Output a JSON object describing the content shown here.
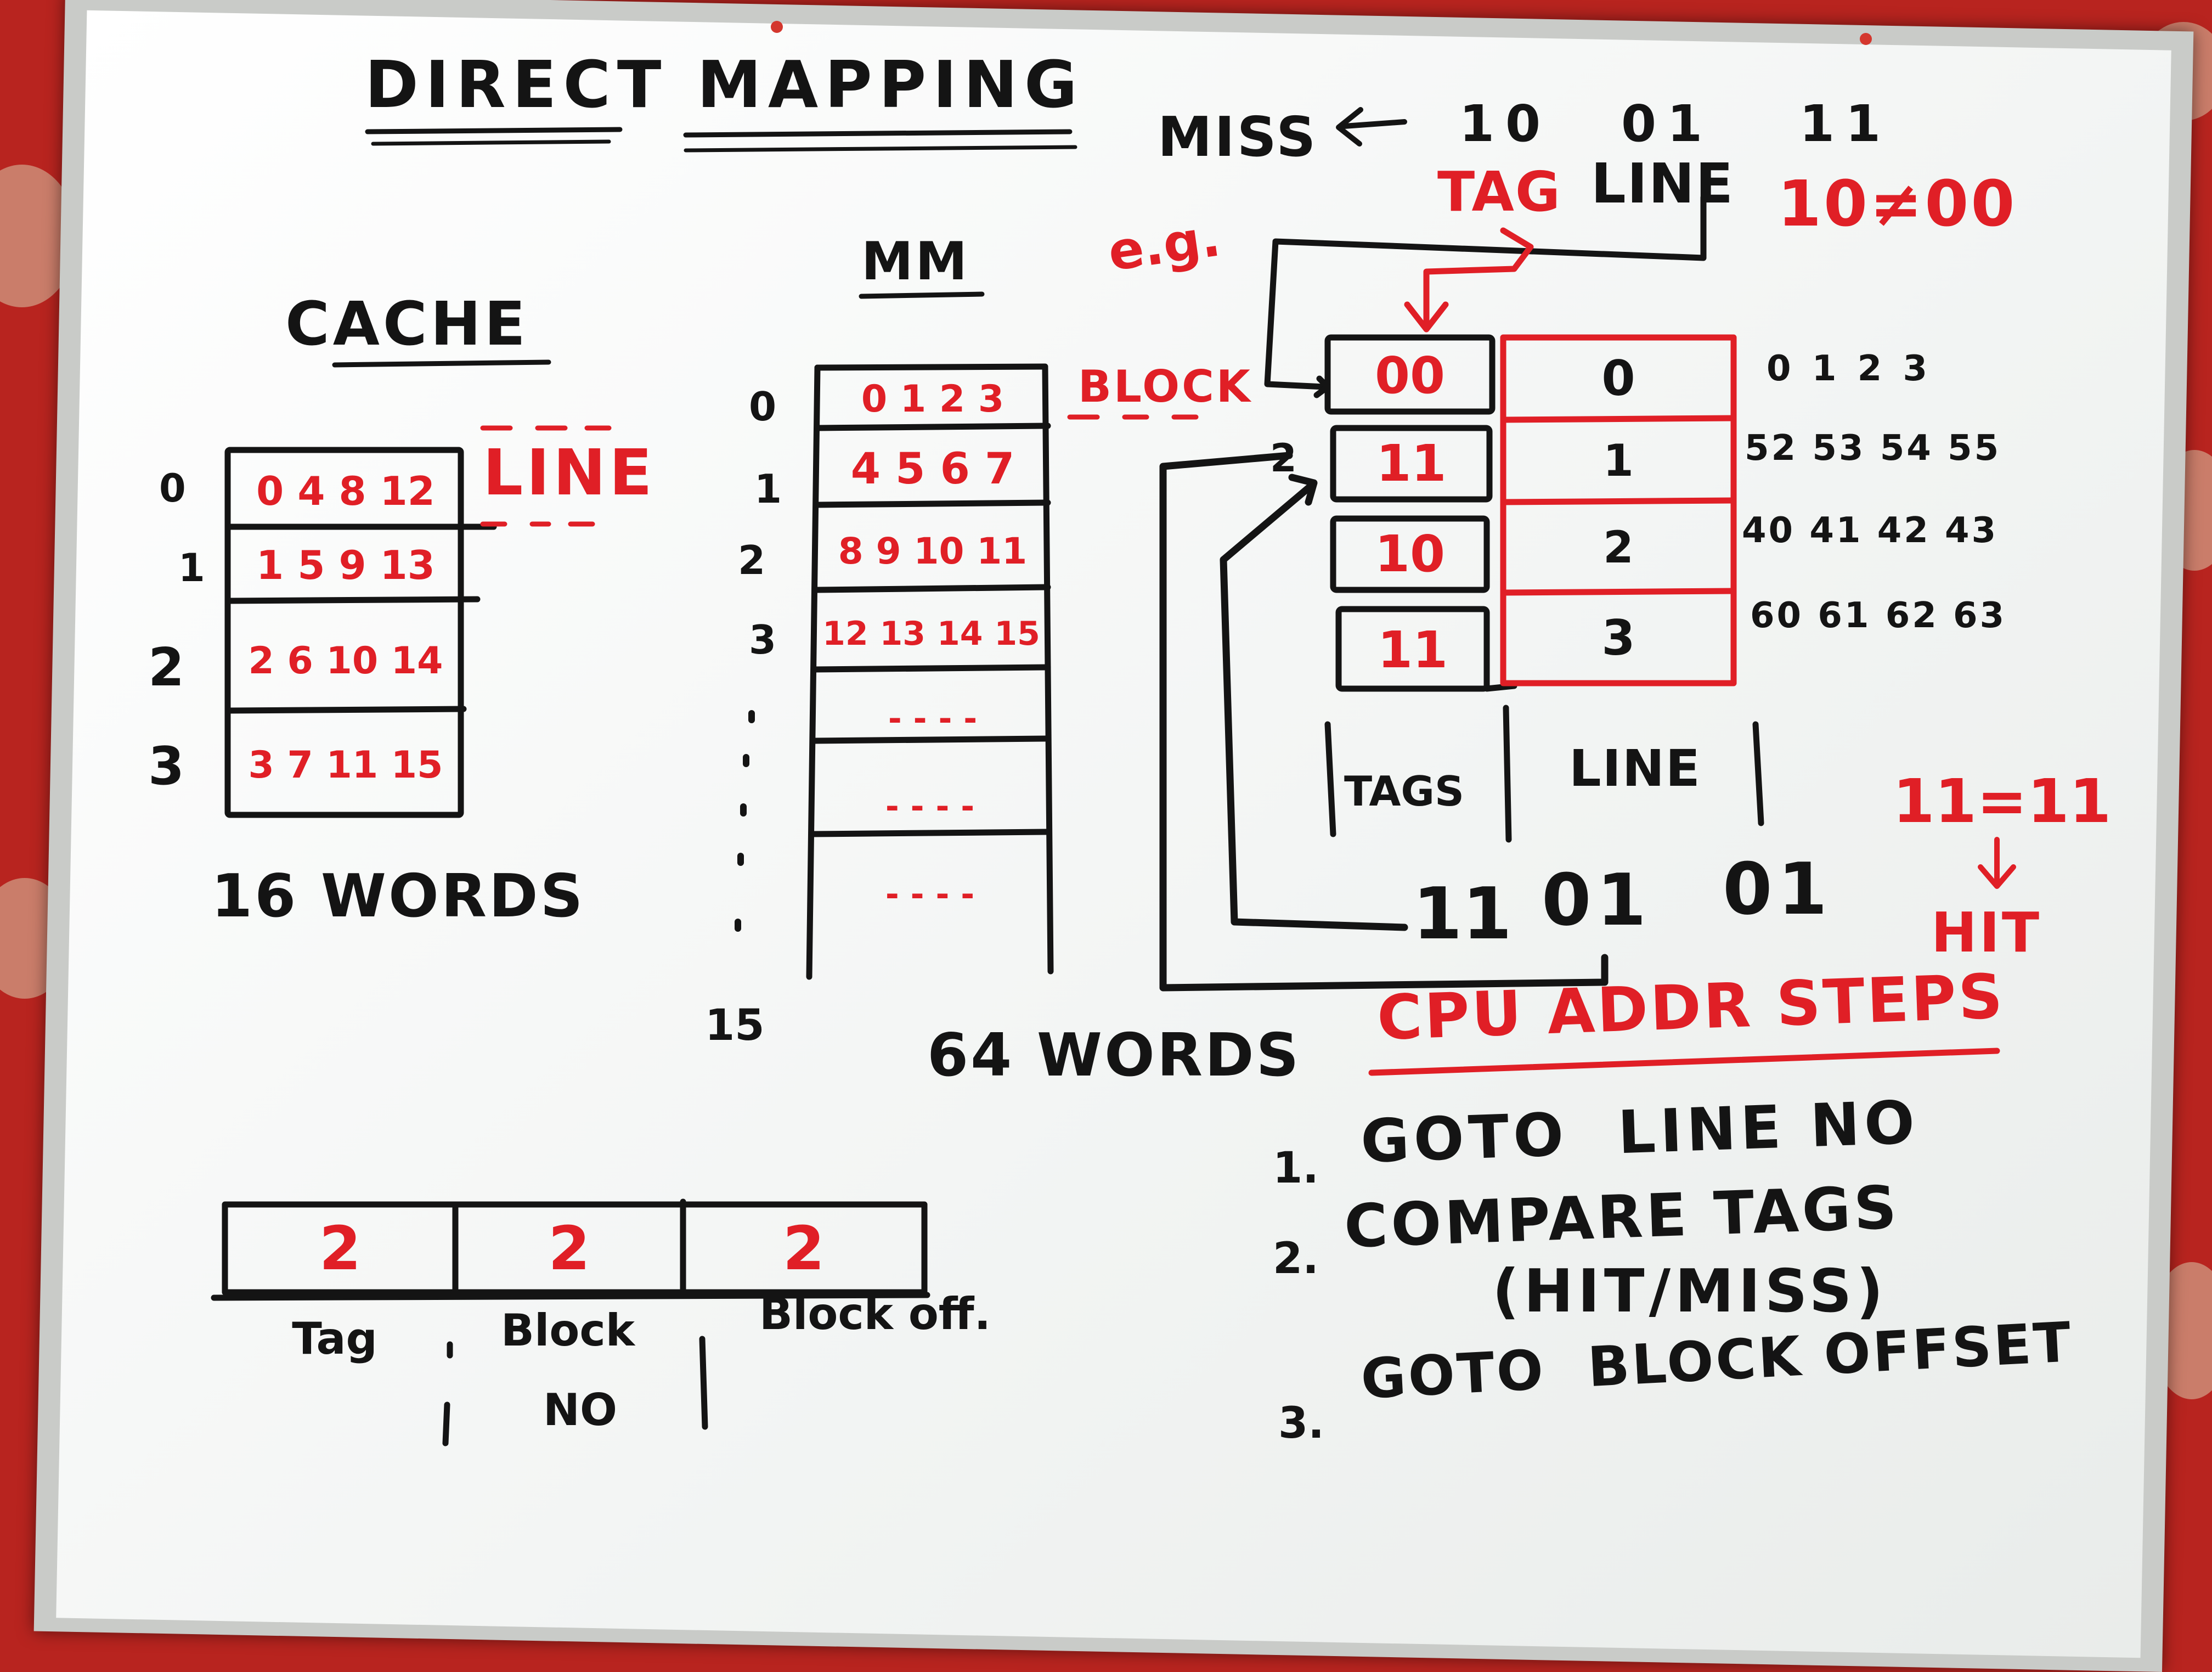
{
  "title": "DIRECT MAPPING",
  "cache": {
    "heading": "CACHE",
    "line_label": "LINE",
    "row_numbers": [
      "0",
      "1",
      "2",
      "3"
    ],
    "rows": [
      "0 4 8 12",
      "1 5 9 13",
      "2 6 10 14",
      "3 7 11 15"
    ],
    "size": "16 WORDS"
  },
  "main_memory": {
    "heading": "MM",
    "block_label": "BLOCK",
    "row_numbers": [
      "0",
      "1",
      "2",
      "3"
    ],
    "rows": [
      "0 1 2 3",
      "4 5 6 7",
      "8 9 10 11",
      "12 13 14 15"
    ],
    "dots": [
      "- - - -",
      "- - - -",
      "- -   - -"
    ],
    "last_row_number": "15",
    "size": "64 WORDS"
  },
  "address_format": {
    "fields": [
      "2",
      "2",
      "2"
    ],
    "labels": [
      "Tag",
      "Block",
      "Block off."
    ],
    "sublabel": "NO"
  },
  "example": {
    "label": "e.g.",
    "miss": "MISS",
    "address": [
      "10",
      "01",
      "11"
    ],
    "tag_label": "TAG",
    "line_label": "LINE",
    "mismatch": "10≠00",
    "tags": [
      "00",
      "11",
      "10",
      "11"
    ],
    "lines": [
      "0",
      "1",
      "2",
      "3"
    ],
    "words": [
      "0 1 2 3",
      "52 53 54 55",
      "40 41 42 43",
      "60 61 62 63"
    ],
    "col_tags": "TAGS",
    "col_line": "LINE",
    "pointer_num": "2",
    "second_address": [
      "11",
      "01",
      "01"
    ],
    "match": "11=11",
    "hit": "HIT"
  },
  "steps": {
    "heading": "CPU ADDR STEPS",
    "items": [
      {
        "num": "1.",
        "text": "GOTO  LINE NO"
      },
      {
        "num": "2.",
        "text": "COMPARE TAGS"
      },
      {
        "num": "",
        "text": "(HIT/MISS)"
      },
      {
        "num": "3.",
        "text": "GOTO  BLOCK OFFSET"
      }
    ]
  },
  "colors": {
    "marker_black": "#141414",
    "marker_red": "#e01f26",
    "board": "#f4f6f5",
    "frame": "#c9cbc8",
    "carpet": "#b8241f"
  }
}
